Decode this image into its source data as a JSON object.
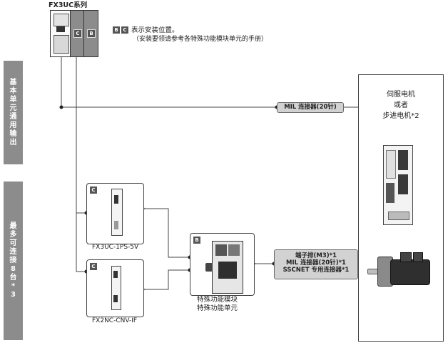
{
  "top_label": "FX3UC系列",
  "slot_labels": [
    "C",
    "B"
  ],
  "legend": {
    "badges": [
      "B",
      "C"
    ],
    "line1": "表示安装位置。",
    "line2": "（安装要领请参考各特殊功能模块单元的手册）"
  },
  "side_tabs": {
    "upper": "基本单元通用输出",
    "lower": "最多可连接8台*3"
  },
  "mil_connector": "MIL 连接器(20针)",
  "servo": {
    "line1": "伺服电机",
    "line2": "或者",
    "line3": "步进电机*2"
  },
  "modules": {
    "ps": {
      "badge": "C",
      "label": "FX3UC-1PS-5V"
    },
    "cnv": {
      "badge": "C",
      "label": "FX2NC-CNV-IF"
    },
    "special": {
      "badge": "B",
      "line1": "特殊功能模块",
      "line2": "特殊功能单元"
    }
  },
  "connectors": {
    "line1": "端子排(M3)*1",
    "line2": "MIL 连接器(20针)*1",
    "line3": "SSCNET 专用连接器*1"
  }
}
